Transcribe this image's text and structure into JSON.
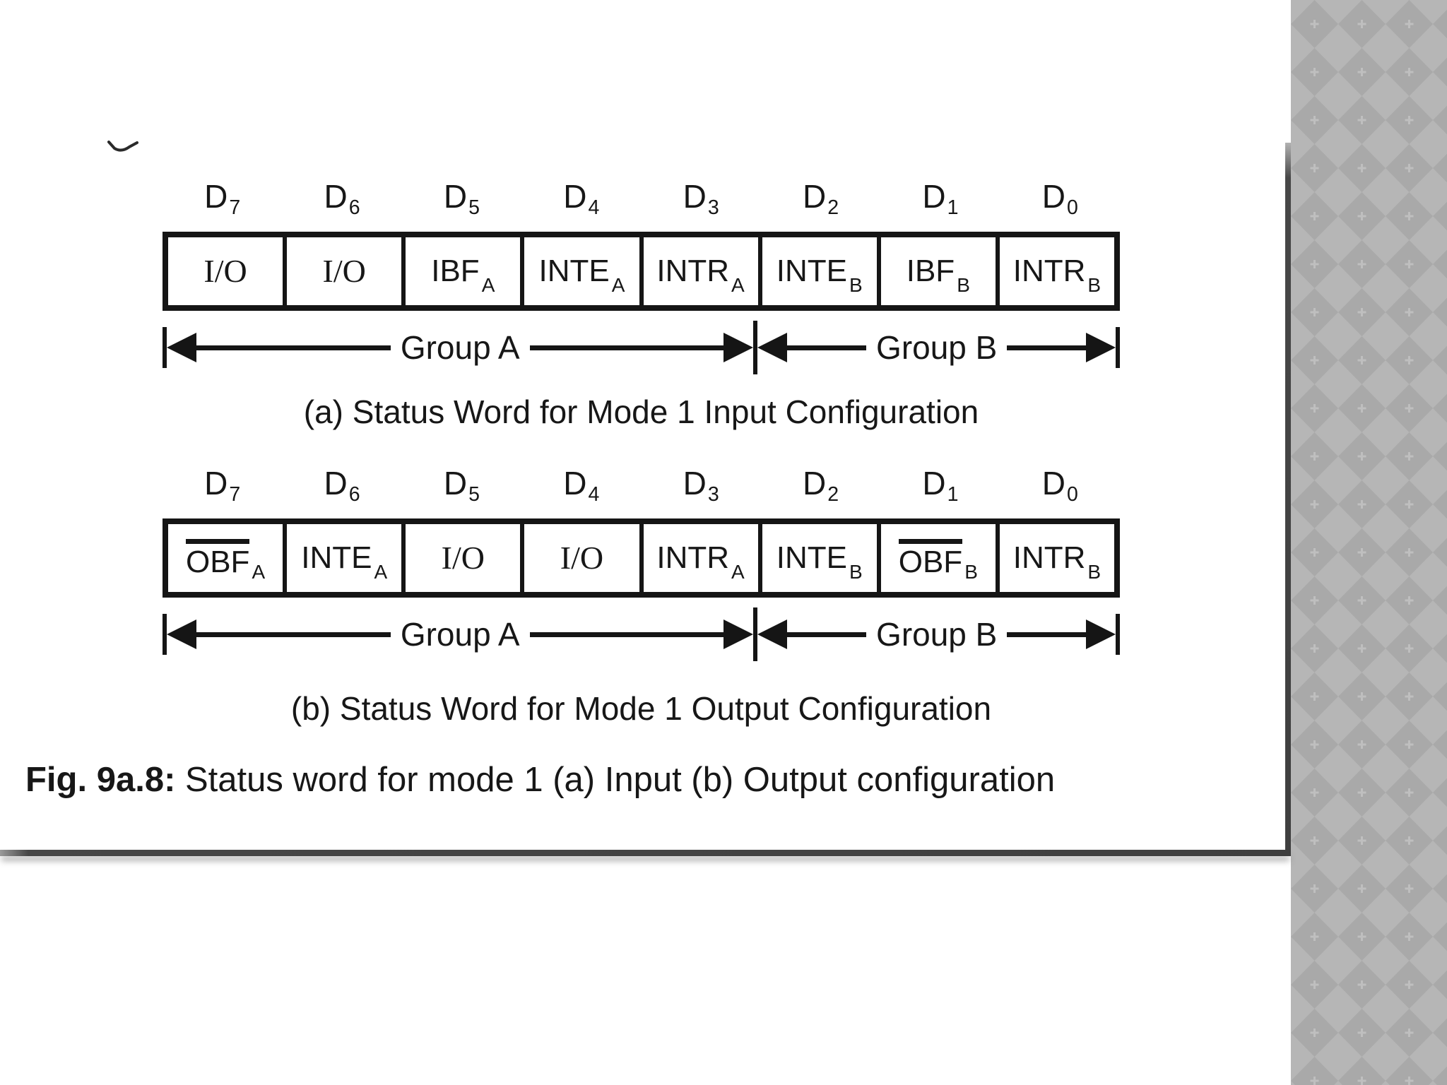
{
  "slide": {
    "background": "#ffffff",
    "frame_line_color": "#474747",
    "stray_mark": "~",
    "pattern_strip": {
      "base_color": "#b6b6b6",
      "diamond_color": "#a9a9a9",
      "sparkle_color": "#bfbfbf"
    }
  },
  "figure": {
    "diagrams": [
      {
        "name": "a",
        "bit_labels": [
          {
            "base": "D",
            "sub": "7"
          },
          {
            "base": "D",
            "sub": "6"
          },
          {
            "base": "D",
            "sub": "5"
          },
          {
            "base": "D",
            "sub": "4"
          },
          {
            "base": "D",
            "sub": "3"
          },
          {
            "base": "D",
            "sub": "2"
          },
          {
            "base": "D",
            "sub": "1"
          },
          {
            "base": "D",
            "sub": "0"
          }
        ],
        "cells": [
          {
            "label": "I/O",
            "sub": "",
            "overline": false
          },
          {
            "label": "I/O",
            "sub": "",
            "overline": false
          },
          {
            "label": "IBF",
            "sub": "A",
            "overline": false
          },
          {
            "label": "INTE",
            "sub": "A",
            "overline": false
          },
          {
            "label": "INTR",
            "sub": "A",
            "overline": false
          },
          {
            "label": "INTE",
            "sub": "B",
            "overline": false
          },
          {
            "label": "IBF",
            "sub": "B",
            "overline": false
          },
          {
            "label": "INTR",
            "sub": "B",
            "overline": false
          }
        ],
        "groups": [
          {
            "label": "Group A",
            "span_cells": 5
          },
          {
            "label": "Group B",
            "span_cells": 3
          }
        ],
        "caption": "(a) Status Word for Mode 1 Input Configuration"
      },
      {
        "name": "b",
        "bit_labels": [
          {
            "base": "D",
            "sub": "7"
          },
          {
            "base": "D",
            "sub": "6"
          },
          {
            "base": "D",
            "sub": "5"
          },
          {
            "base": "D",
            "sub": "4"
          },
          {
            "base": "D",
            "sub": "3"
          },
          {
            "base": "D",
            "sub": "2"
          },
          {
            "base": "D",
            "sub": "1"
          },
          {
            "base": "D",
            "sub": "0"
          }
        ],
        "cells": [
          {
            "label": "OBF",
            "sub": "A",
            "overline": true
          },
          {
            "label": "INTE",
            "sub": "A",
            "overline": false
          },
          {
            "label": "I/O",
            "sub": "",
            "overline": false
          },
          {
            "label": "I/O",
            "sub": "",
            "overline": false
          },
          {
            "label": "INTR",
            "sub": "A",
            "overline": false
          },
          {
            "label": "INTE",
            "sub": "B",
            "overline": false
          },
          {
            "label": "OBF",
            "sub": "B",
            "overline": true
          },
          {
            "label": "INTR",
            "sub": "B",
            "overline": false
          }
        ],
        "groups": [
          {
            "label": "Group A",
            "span_cells": 5
          },
          {
            "label": "Group B",
            "span_cells": 3
          }
        ],
        "caption": "(b) Status Word for Mode 1 Output Configuration"
      }
    ],
    "caption": {
      "prefix": "Fig. 9a.8:",
      "text": " Status word for mode 1 (a) Input (b) Output configuration"
    }
  }
}
